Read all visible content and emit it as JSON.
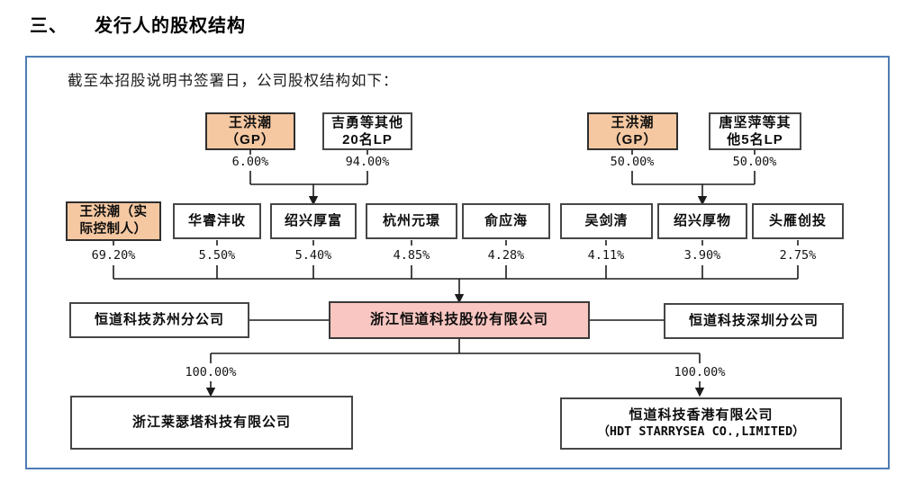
{
  "page": {
    "section_number": "三、",
    "section_title": "发行人的股权结构",
    "intro": "截至本招股说明书签署日，公司股权结构如下："
  },
  "colors": {
    "highlight_orange": "#F5C8A2",
    "highlight_pink": "#F9C6C1",
    "frame_border": "#4E7CB5",
    "line_color": "#1C1C1C"
  },
  "top_funds": [
    {
      "line1": "王洪潮",
      "line2": "（GP）",
      "pct": "6.00%"
    },
    {
      "line1": "吉勇等其他",
      "line2": "20名LP",
      "pct": "94.00%"
    },
    {
      "line1": "王洪潮",
      "line2": "（GP）",
      "pct": "50.00%"
    },
    {
      "line1": "唐坚萍等其",
      "line2": "他5名LP",
      "pct": "50.00%"
    }
  ],
  "shareholders": [
    {
      "line1": "王洪潮（实",
      "line2": "际控制人）",
      "pct": "69.20%"
    },
    {
      "label": "华睿沣收",
      "pct": "5.50%"
    },
    {
      "label": "绍兴厚富",
      "pct": "5.40%"
    },
    {
      "label": "杭州元璟",
      "pct": "4.85%"
    },
    {
      "label": "俞应海",
      "pct": "4.28%"
    },
    {
      "label": "吴剑清",
      "pct": "4.11%"
    },
    {
      "label": "绍兴厚物",
      "pct": "3.90%"
    },
    {
      "label": "头雁创投",
      "pct": "2.75%"
    }
  ],
  "company_row": {
    "left_branch": "恒道科技苏州分公司",
    "company": "浙江恒道科技股份有限公司",
    "right_branch": "恒道科技深圳分公司"
  },
  "subsidiaries": [
    {
      "label": "浙江莱瑟塔科技有限公司",
      "pct": "100.00%"
    },
    {
      "line1": "恒道科技香港有限公司",
      "line2": "（HDT STARRYSEA CO.,LIMITED）",
      "pct": "100.00%"
    }
  ]
}
